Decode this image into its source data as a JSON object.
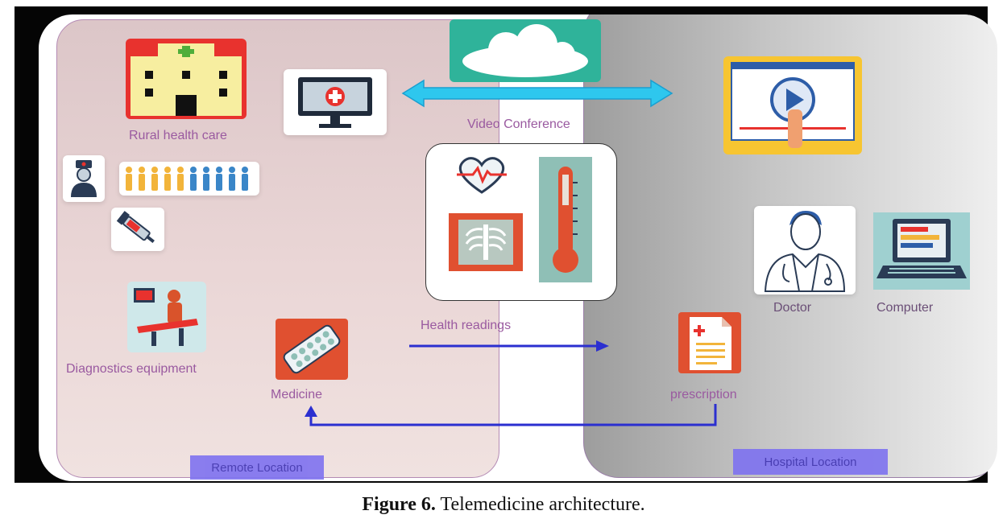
{
  "labels": {
    "rural": "Rural health care",
    "video": "Video Conference",
    "diagnostics": "Diagnostics equipment",
    "medicine": "Medicine",
    "health_readings": "Health readings",
    "prescription": "prescription",
    "doctor": "Doctor",
    "computer": "Computer",
    "remote_location": "Remote Location",
    "hospital_location": "Hospital Location"
  },
  "caption": {
    "prefix": "Figure 6.",
    "text": " Telemedicine architecture."
  },
  "icons": [
    "hospital-building-icon",
    "monitor-medical-icon",
    "cloud-icon",
    "video-player-icon",
    "nurse-icon",
    "people-group-icon",
    "syringe-icon",
    "patient-bed-icon",
    "heart-rate-icon",
    "xray-icon",
    "thermometer-icon",
    "pill-pack-icon",
    "prescription-icon",
    "doctor-icon",
    "laptop-icon"
  ],
  "colors": {
    "arrow_blue": "#2b2fd0",
    "cyan_arrow": "#2ec7ee",
    "label_purple": "#9a5aa0",
    "location_label": "#7e72f0"
  }
}
